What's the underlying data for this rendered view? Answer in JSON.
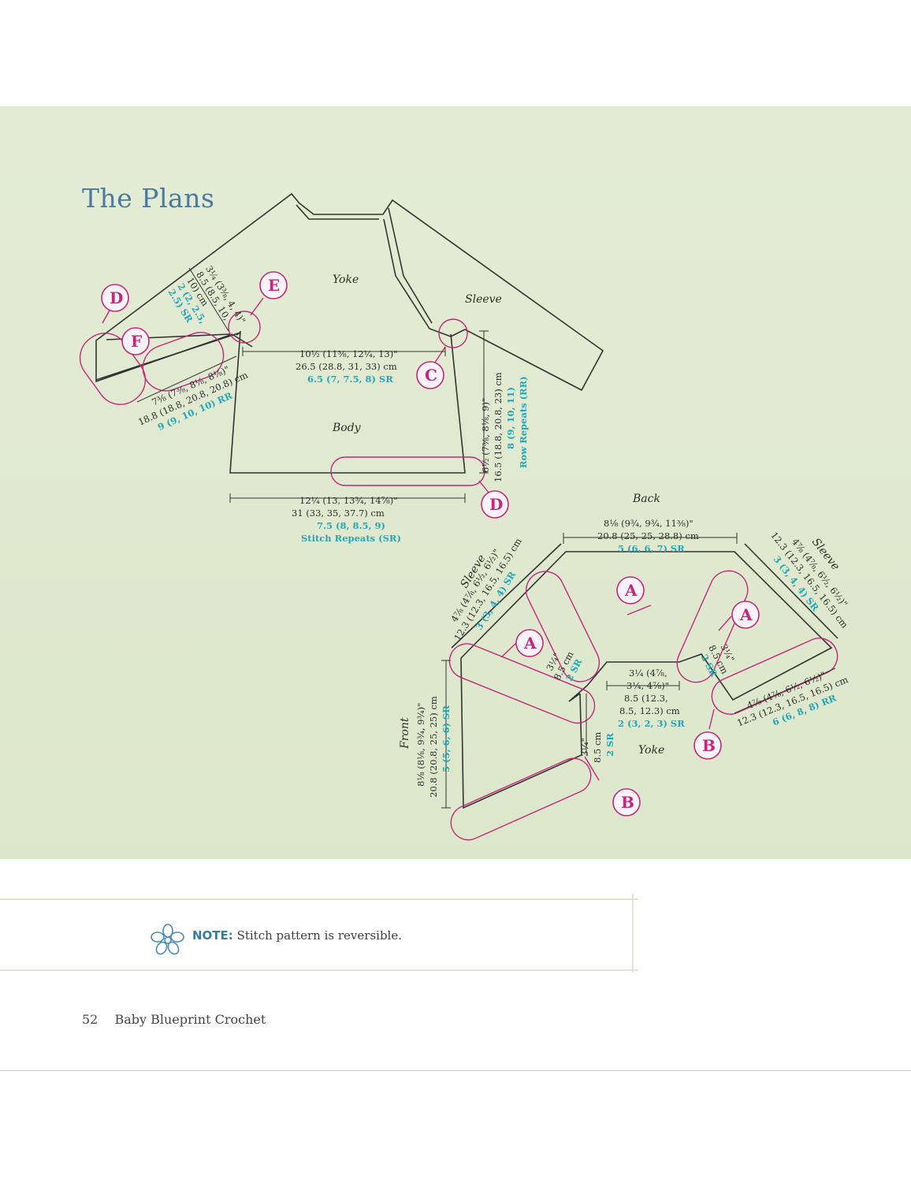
{
  "title": "The Plans",
  "top_diagram": {
    "parts": {
      "yoke": "Yoke",
      "sleeve": "Sleeve",
      "body": "Body"
    },
    "callouts": {
      "d1": "D",
      "e": "E",
      "f": "F",
      "c": "C",
      "d2": "D"
    },
    "yoke_depth": {
      "in": "3¼ (3⅜, 4, 4)\"",
      "cm": "8.5 (8.5, 10,",
      "cm2": "10) cm",
      "sr": "2 (2, 2.5,",
      "sr2": "2.5) SR"
    },
    "chest": {
      "in": "10½ (11⅜, 12¼, 13)\"",
      "cm": "26.5 (28.8, 31, 33) cm",
      "sr": "6.5 (7, 7.5, 8) SR"
    },
    "sleeve_len": {
      "in": "7⅜ (7⅜, 8⅛, 8⅛)\"",
      "cm": "18.8 (18.8, 20.8, 20.8) cm",
      "rr": "9 (9, 10, 10) RR"
    },
    "body_len": {
      "in": "6½ (7⅜, 8⅛, 9)\"",
      "cm": "16.5 (18.8, 20.8, 23) cm",
      "rr": "8 (9, 10, 11)",
      "rr2": "Row Repeats (RR)"
    },
    "hem": {
      "in": "12¼ (13, 13¾, 14⅞)\"",
      "cm": "31 (33, 35, 37.7) cm",
      "sr": "7.5 (8, 8.5, 9)",
      "sr2": "Stitch Repeats (SR)"
    }
  },
  "bottom_diagram": {
    "parts": {
      "back": "Back",
      "sleeve_left": "Sleeve",
      "sleeve_right": "Sleeve",
      "front": "Front",
      "yoke": "Yoke"
    },
    "callouts": {
      "a1": "A",
      "a2": "A",
      "a3": "A",
      "b1": "B",
      "b2": "B"
    },
    "back_width": {
      "in": "8⅛ (9¾, 9¾, 11⅜)\"",
      "cm": "20.8 (25, 25, 28.8) cm",
      "sr": "5 (6, 6, 7) SR"
    },
    "left_sleeve": {
      "in": "4⅞ (4⅞, 6½, 6½)\"",
      "cm": "12.3 (12.3, 16.5, 16.5) cm",
      "sr": "3 (3, 4, 4) SR"
    },
    "right_sleeve": {
      "in": "4⅞ (4⅞, 6½, 6½)\"",
      "cm": "12.3 (12.3, 16.5, 16.5) cm",
      "sr": "3 (3, 4, 4) SR"
    },
    "raglan_left": {
      "in": "3¼\"",
      "cm": "8.5 cm",
      "sr": "2 SR"
    },
    "raglan_right": {
      "in": "3¼\"",
      "cm": "8.5 cm",
      "sr": "2 SR"
    },
    "neck": {
      "l1": "3¼ (4⅞,",
      "l2": "3¼, 4⅞)\"",
      "l3": "8.5 (12.3,",
      "l4": "8.5, 12.3) cm",
      "sr": "2 (3, 2, 3) SR"
    },
    "front_side": {
      "in": "3¼\"",
      "cm": "8.5 cm",
      "sr": "2 SR"
    },
    "front_width": {
      "in": "8⅛ (8⅛, 9¾, 9¾)\"",
      "cm": "20.8 (20.8, 25, 25) cm",
      "sr": "5 (5, 6, 6) SR"
    },
    "sleeve_cuff": {
      "in": "4⅞ (4⅞, 6½, 6½)\"",
      "cm": "12.3 (12.3, 16.5, 16.5) cm",
      "rr": "6 (6, 8, 8) RR"
    }
  },
  "note": {
    "label": "NOTE:",
    "text": "Stitch pattern is reversible."
  },
  "footer": {
    "page": "52",
    "book": "Baby Blueprint Crochet"
  },
  "colors": {
    "panel": "#e1ead0",
    "title": "#4b7aa0",
    "callout": "#c2287b",
    "cyan": "#22a7b9"
  }
}
